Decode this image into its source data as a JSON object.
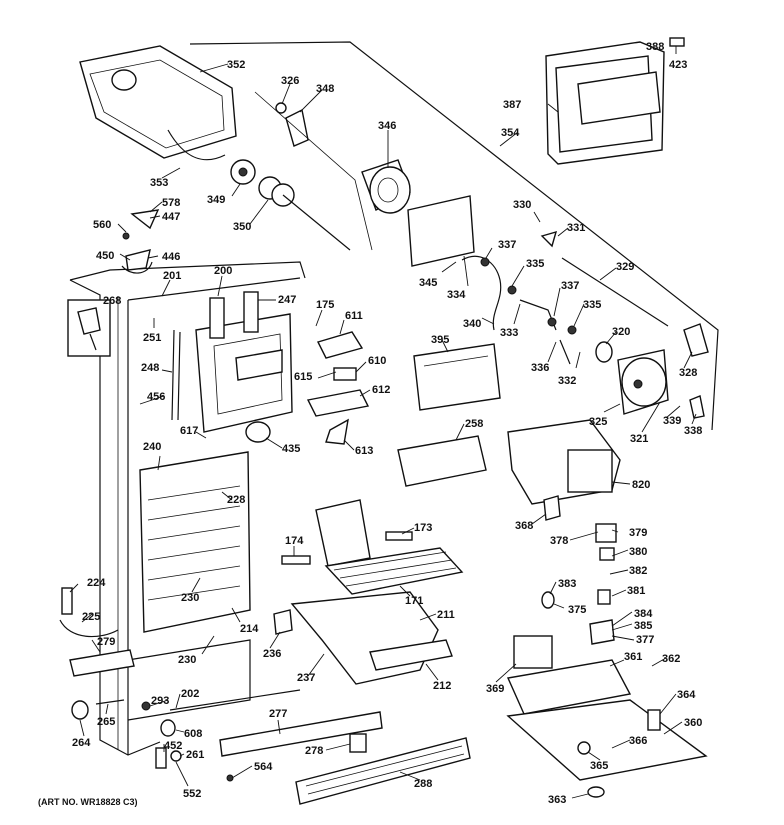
{
  "caption": "(ART NO. WR18828 C3)",
  "labels": {
    "l352": "352",
    "l326": "326",
    "l348": "348",
    "l346": "346",
    "l388": "388",
    "l423": "423",
    "l387": "387",
    "l354": "354",
    "l353": "353",
    "l349": "349",
    "l350": "350",
    "l578": "578",
    "l447": "447",
    "l560": "560",
    "l446": "446",
    "l450": "450",
    "l201": "201",
    "l200": "200",
    "l247": "247",
    "l268": "268",
    "l251": "251",
    "l175": "175",
    "l611": "611",
    "l610": "610",
    "l615": "615",
    "l612": "612",
    "l613": "613",
    "l248": "248",
    "l456": "456",
    "l617": "617",
    "l240": "240",
    "l435": "435",
    "l228": "228",
    "l330": "330",
    "l331": "331",
    "l345": "345",
    "l337a": "337",
    "l335a": "335",
    "l334": "334",
    "l340": "340",
    "l333": "333",
    "l329": "329",
    "l337b": "337",
    "l335b": "335",
    "l336": "336",
    "l332": "332",
    "l320": "320",
    "l328": "328",
    "l325": "325",
    "l321": "321",
    "l339": "339",
    "l338": "338",
    "l395": "395",
    "l258": "258",
    "l820": "820",
    "l368": "368",
    "l378": "378",
    "l379": "379",
    "l380": "380",
    "l382": "382",
    "l381": "381",
    "l383": "383",
    "l375": "375",
    "l384": "384",
    "l385": "385",
    "l377": "377",
    "l174": "174",
    "l173": "173",
    "l171": "171",
    "l211": "211",
    "l224": "224",
    "l225": "225",
    "l279": "279",
    "l230a": "230",
    "l230b": "230",
    "l214": "214",
    "l236": "236",
    "l237": "237",
    "l212": "212",
    "l369": "369",
    "l361": "361",
    "l362": "362",
    "l364": "364",
    "l360": "360",
    "l366": "366",
    "l365": "365",
    "l363": "363",
    "l293": "293",
    "l202": "202",
    "l265": "265",
    "l264": "264",
    "l608": "608",
    "l452": "452",
    "l261": "261",
    "l564": "564",
    "l552": "552",
    "l277": "277",
    "l278": "278",
    "l288": "288"
  }
}
